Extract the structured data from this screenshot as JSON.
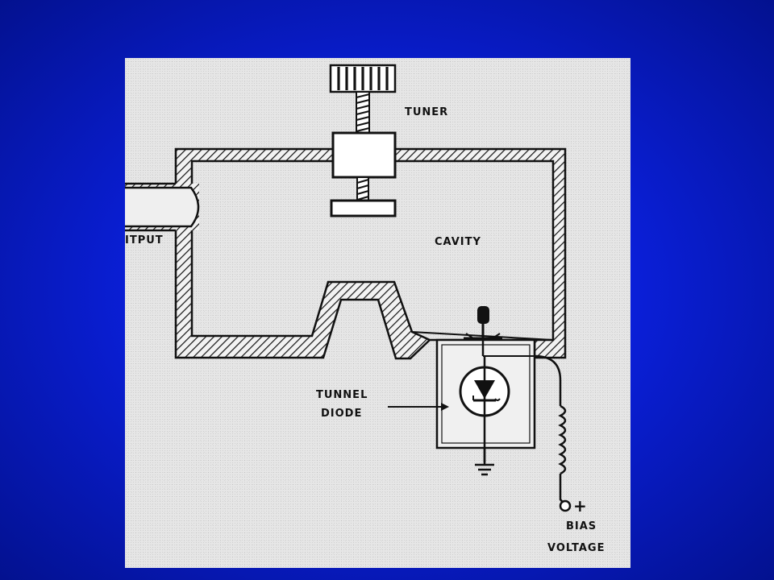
{
  "labels": {
    "tuner": "TUNER",
    "cavity": "CAVITY",
    "output": "ITPUT",
    "tunnel_diode_line1": "TUNNEL",
    "tunnel_diode_line2": "DIODE",
    "bias_plus": "+",
    "bias_line1": "BIAS",
    "bias_line2": "VOLTAGE"
  }
}
